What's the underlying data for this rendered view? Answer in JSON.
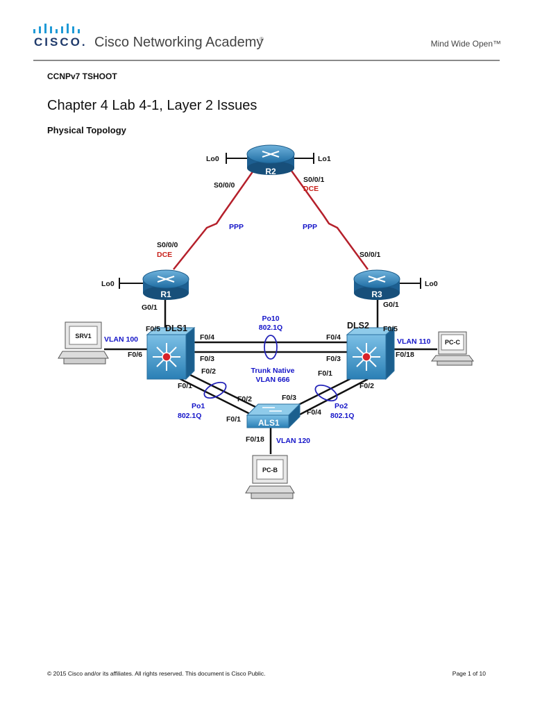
{
  "header": {
    "logo_word": "CISCO.",
    "brand_name": "Cisco Networking Academy",
    "brand_tm": "®",
    "tagline": "Mind Wide Open™"
  },
  "document": {
    "course": "CCNPv7 TSHOOT",
    "title": "Chapter 4 Lab 4-1, Layer 2 Issues",
    "subtitle": "Physical Topology"
  },
  "topology": {
    "routers": {
      "r1": "R1",
      "r2": "R2",
      "r3": "R3"
    },
    "switches": {
      "dls1": "DLS1",
      "dls2": "DLS2",
      "als1": "ALS1"
    },
    "hosts": {
      "srv1": "SRV1",
      "pcc": "PC-C",
      "pcb": "PC-B"
    },
    "labels": {
      "lo0_r2": "Lo0",
      "lo1_r2": "Lo1",
      "r2_s000": "S0/0/0",
      "r2_s001": "S0/0/1",
      "r2_dce": "DCE",
      "ppp_left": "PPP",
      "ppp_right": "PPP",
      "r1_s000": "S0/0/0",
      "r1_dce": "DCE",
      "r3_s001": "S0/0/1",
      "lo0_r1": "Lo0",
      "lo0_r3": "Lo0",
      "r1_g01": "G0/1",
      "r3_g01": "G0/1",
      "dls1_f05": "F0/5",
      "dls1_f06": "F0/6",
      "dls1_f04": "F0/4",
      "dls1_f03": "F0/3",
      "dls1_f02": "F0/2",
      "dls1_f01": "F0/1",
      "vlan100": "VLAN 100",
      "po10": "Po10",
      "po10_mode": "802.1Q",
      "trunk_native_1": "Trunk Native",
      "trunk_native_2": "VLAN 666",
      "dls2_f04": "F0/4",
      "dls2_f03": "F0/3",
      "dls2_f05": "F0/5",
      "dls2_f018": "F0/18",
      "dls2_f01": "F0/1",
      "dls2_f02": "F0/2",
      "vlan110": "VLAN 110",
      "po1": "Po1",
      "po1_mode": "802.1Q",
      "po2": "Po2",
      "po2_mode": "802.1Q",
      "als1_f02": "F0/2",
      "als1_f01": "F0/1",
      "als1_f03": "F0/3",
      "als1_f04": "F0/4",
      "als1_f018": "F0/18",
      "vlan120": "VLAN 120"
    }
  },
  "footer": {
    "copyright": "© 2015 Cisco and/or its affiliates. All rights reserved. This document is Cisco Public.",
    "page": "Page 1 of 10"
  }
}
